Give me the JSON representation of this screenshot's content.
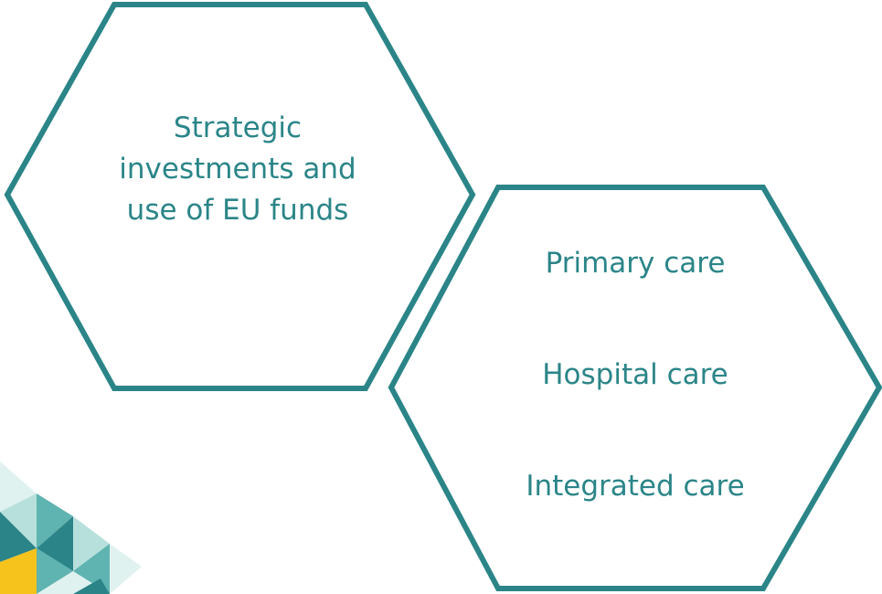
{
  "colors": {
    "hex_stroke": "#2b8588",
    "text": "#2b8588",
    "background": "#ffffff",
    "decor_teal_dark": "#2b8588",
    "decor_teal_mid": "#5fb3b0",
    "decor_teal_light": "#b7e0dc",
    "decor_teal_pale": "#dff2ef",
    "decor_yellow": "#f6c21c"
  },
  "hexagons": [
    {
      "lines": [
        "Strategic",
        "investments and",
        "use of EU funds"
      ]
    },
    {
      "lines": [
        "Primary care",
        "Hospital care",
        "Integrated care"
      ]
    }
  ],
  "decoration": {
    "icon": "triangle-mosaic"
  }
}
